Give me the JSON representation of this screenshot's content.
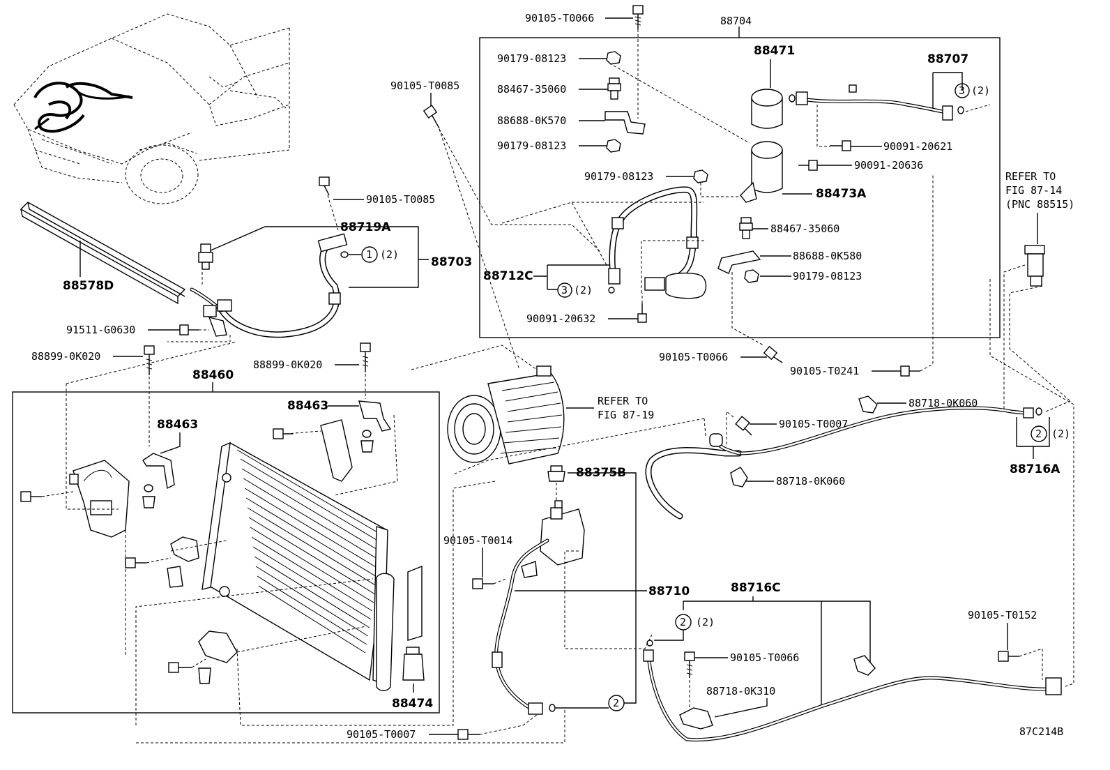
{
  "diagram": {
    "figure_code": "87C214B",
    "labels": {
      "p_90105_T0066_top": "90105-T0066",
      "p_88704": "88704",
      "p_90179_08123_a": "90179-08123",
      "p_88467_35060_a": "88467-35060",
      "p_88688_0K570": "88688-0K570",
      "p_90179_08123_b": "90179-08123",
      "p_88471": "88471",
      "p_88707": "88707",
      "p_ring3_qty_a": "(2)",
      "p_90091_20621": "90091-20621",
      "p_90091_20636": "90091-20636",
      "p_90179_08123_c": "90179-08123",
      "p_88473A": "88473A",
      "p_88467_35060_b": "88467-35060",
      "p_88688_0K580": "88688-0K580",
      "p_90179_08123_d": "90179-08123",
      "p_88712C": "88712C",
      "p_ring3_qty_b": "(2)",
      "p_90091_20632": "90091-20632",
      "p_90105_T0085_a": "90105-T0085",
      "p_90105_T0085_b": "90105-T0085",
      "p_88719A": "88719A",
      "p_ring1_qty": "(2)",
      "p_88703": "88703",
      "p_88578D": "88578D",
      "p_91511_G0630": "91511-G0630",
      "p_88899_0K020_a": "88899-0K020",
      "p_88899_0K020_b": "88899-0K020",
      "p_88460": "88460",
      "p_88463_a": "88463",
      "p_88463_b": "88463",
      "p_88474": "88474",
      "refer_87_14_line1": "REFER TO",
      "refer_87_14_line2": "FIG 87-14",
      "refer_87_14_line3": "(PNC 88515)",
      "refer_87_19_line1": "REFER TO",
      "refer_87_19_line2": "FIG 87-19",
      "p_90105_T0066_mid": "90105-T0066",
      "p_90105_T0241": "90105-T0241",
      "p_88718_0K060_a": "88718-0K060",
      "p_90105_T0007_a": "90105-T0007",
      "p_88718_0K060_b": "88718-0K060",
      "p_ring2_qty_a": "(2)",
      "p_88716A": "88716A",
      "p_88375B": "88375B",
      "p_90105_T0014": "90105-T0014",
      "p_88710": "88710",
      "p_88716C": "88716C",
      "p_ring2_qty_b": "(2)",
      "p_90105_T0066_low": "90105-T0066",
      "p_88718_0K310": "88718-0K310",
      "p_90105_T0152": "90105-T0152",
      "p_90105_T0007_b": "90105-T0007"
    },
    "ring_numbers": {
      "ring1": "1",
      "ring2_a": "2",
      "ring2_b": "2",
      "ring2_c": "2",
      "ring3_a": "3",
      "ring3_b": "3"
    }
  }
}
